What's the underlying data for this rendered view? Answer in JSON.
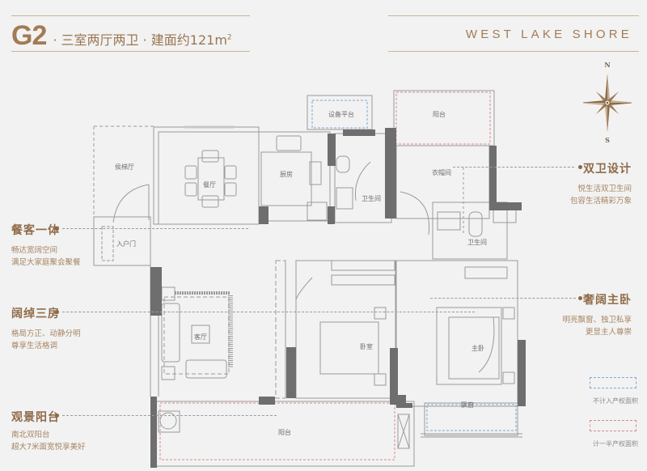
{
  "header": {
    "model": "G2",
    "subtitle": "· 三室两厅两卫 · 建面约121m",
    "area_sup": "2",
    "brand": "WEST LAKE SHORE"
  },
  "compass": {
    "north": "N",
    "south": "S"
  },
  "features_left": [
    {
      "title": "餐客一体",
      "lines": [
        "畅达宽阔空间",
        "满足大家庭聚会聚餐"
      ]
    },
    {
      "title": "阔绰三房",
      "lines": [
        "格局方正、动静分明",
        "尊享生活格调"
      ]
    },
    {
      "title": "观景阳台",
      "lines": [
        "南北双阳台",
        "超大7米面宽悦享美好"
      ]
    }
  ],
  "features_right": [
    {
      "title": "双卫设计",
      "lines": [
        "悦生活双卫生间",
        "包容生活精彩万象"
      ]
    },
    {
      "title": "奢阔主卧",
      "lines": [
        "明亮飘窗、独卫私享",
        "更显主人尊崇"
      ]
    }
  ],
  "legend": [
    {
      "label": "不计入产权面积",
      "color": "#7fa6d6"
    },
    {
      "label": "计一半产权面积",
      "color": "#d98a8a"
    }
  ],
  "rooms": {
    "elevator_hall": "侯梯厅",
    "dining": "餐厅",
    "kitchen": "厨房",
    "equipment_platform": "设备平台",
    "bathroom_1": "卫生间",
    "north_balcony": "阳台",
    "closet": "衣帽间",
    "bathroom_2": "卫生间",
    "entrance": "入户门",
    "living": "客厅",
    "bedroom": "卧室",
    "master_bedroom": "主卧",
    "bay_window": "飘窗",
    "south_balcony": "阳台"
  },
  "colors": {
    "accent": "#a27b54",
    "wall": "#6e6e6e",
    "line": "#9a9a9a",
    "half_area": "#d98a8a",
    "excluded_area": "#7fa6d6"
  }
}
